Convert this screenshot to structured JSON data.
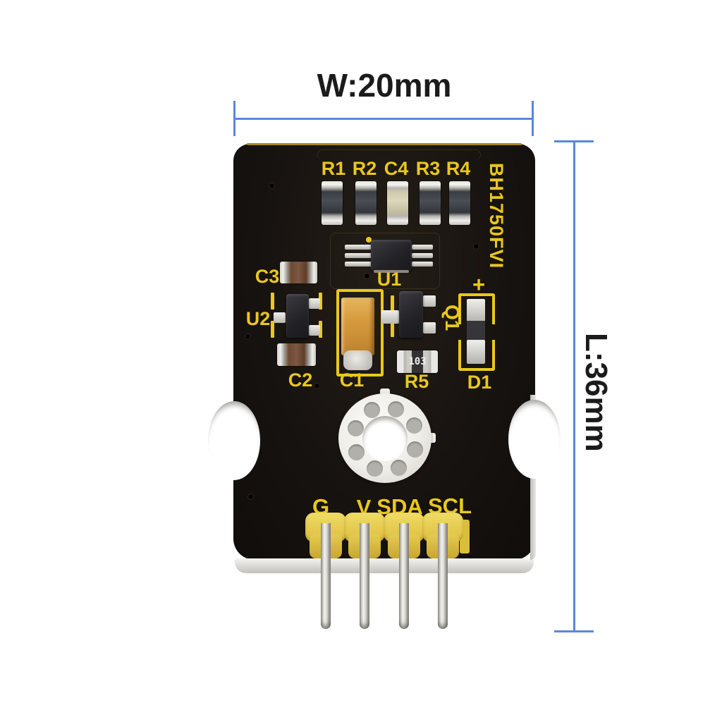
{
  "annotations": {
    "width_label": "W:20mm",
    "length_label": "L:36mm"
  },
  "pcb": {
    "ic_marking": "BH1750FVI",
    "polarity_marking": "+",
    "r5_value_marking": "103",
    "component_labels": {
      "r1": "R1",
      "r2": "R2",
      "c4": "C4",
      "r3": "R3",
      "r4": "R4",
      "c3": "C3",
      "u1": "U1",
      "u2": "U2",
      "q1": "Q1",
      "c2": "C2",
      "c1": "C1",
      "r5": "R5",
      "d1": "D1"
    },
    "pin_labels": {
      "gnd": "G",
      "vcc": "V",
      "sda": "SDA",
      "scl": "SCL"
    },
    "colors": {
      "board": "#18130f",
      "silkscreen_yellow": "#eac81c",
      "dimension_blue": "#5b87dd",
      "header_yellow": "#e3c94f",
      "pin_silver": "#d6d4cc",
      "tantalum_orange": "#d79a3c"
    }
  }
}
